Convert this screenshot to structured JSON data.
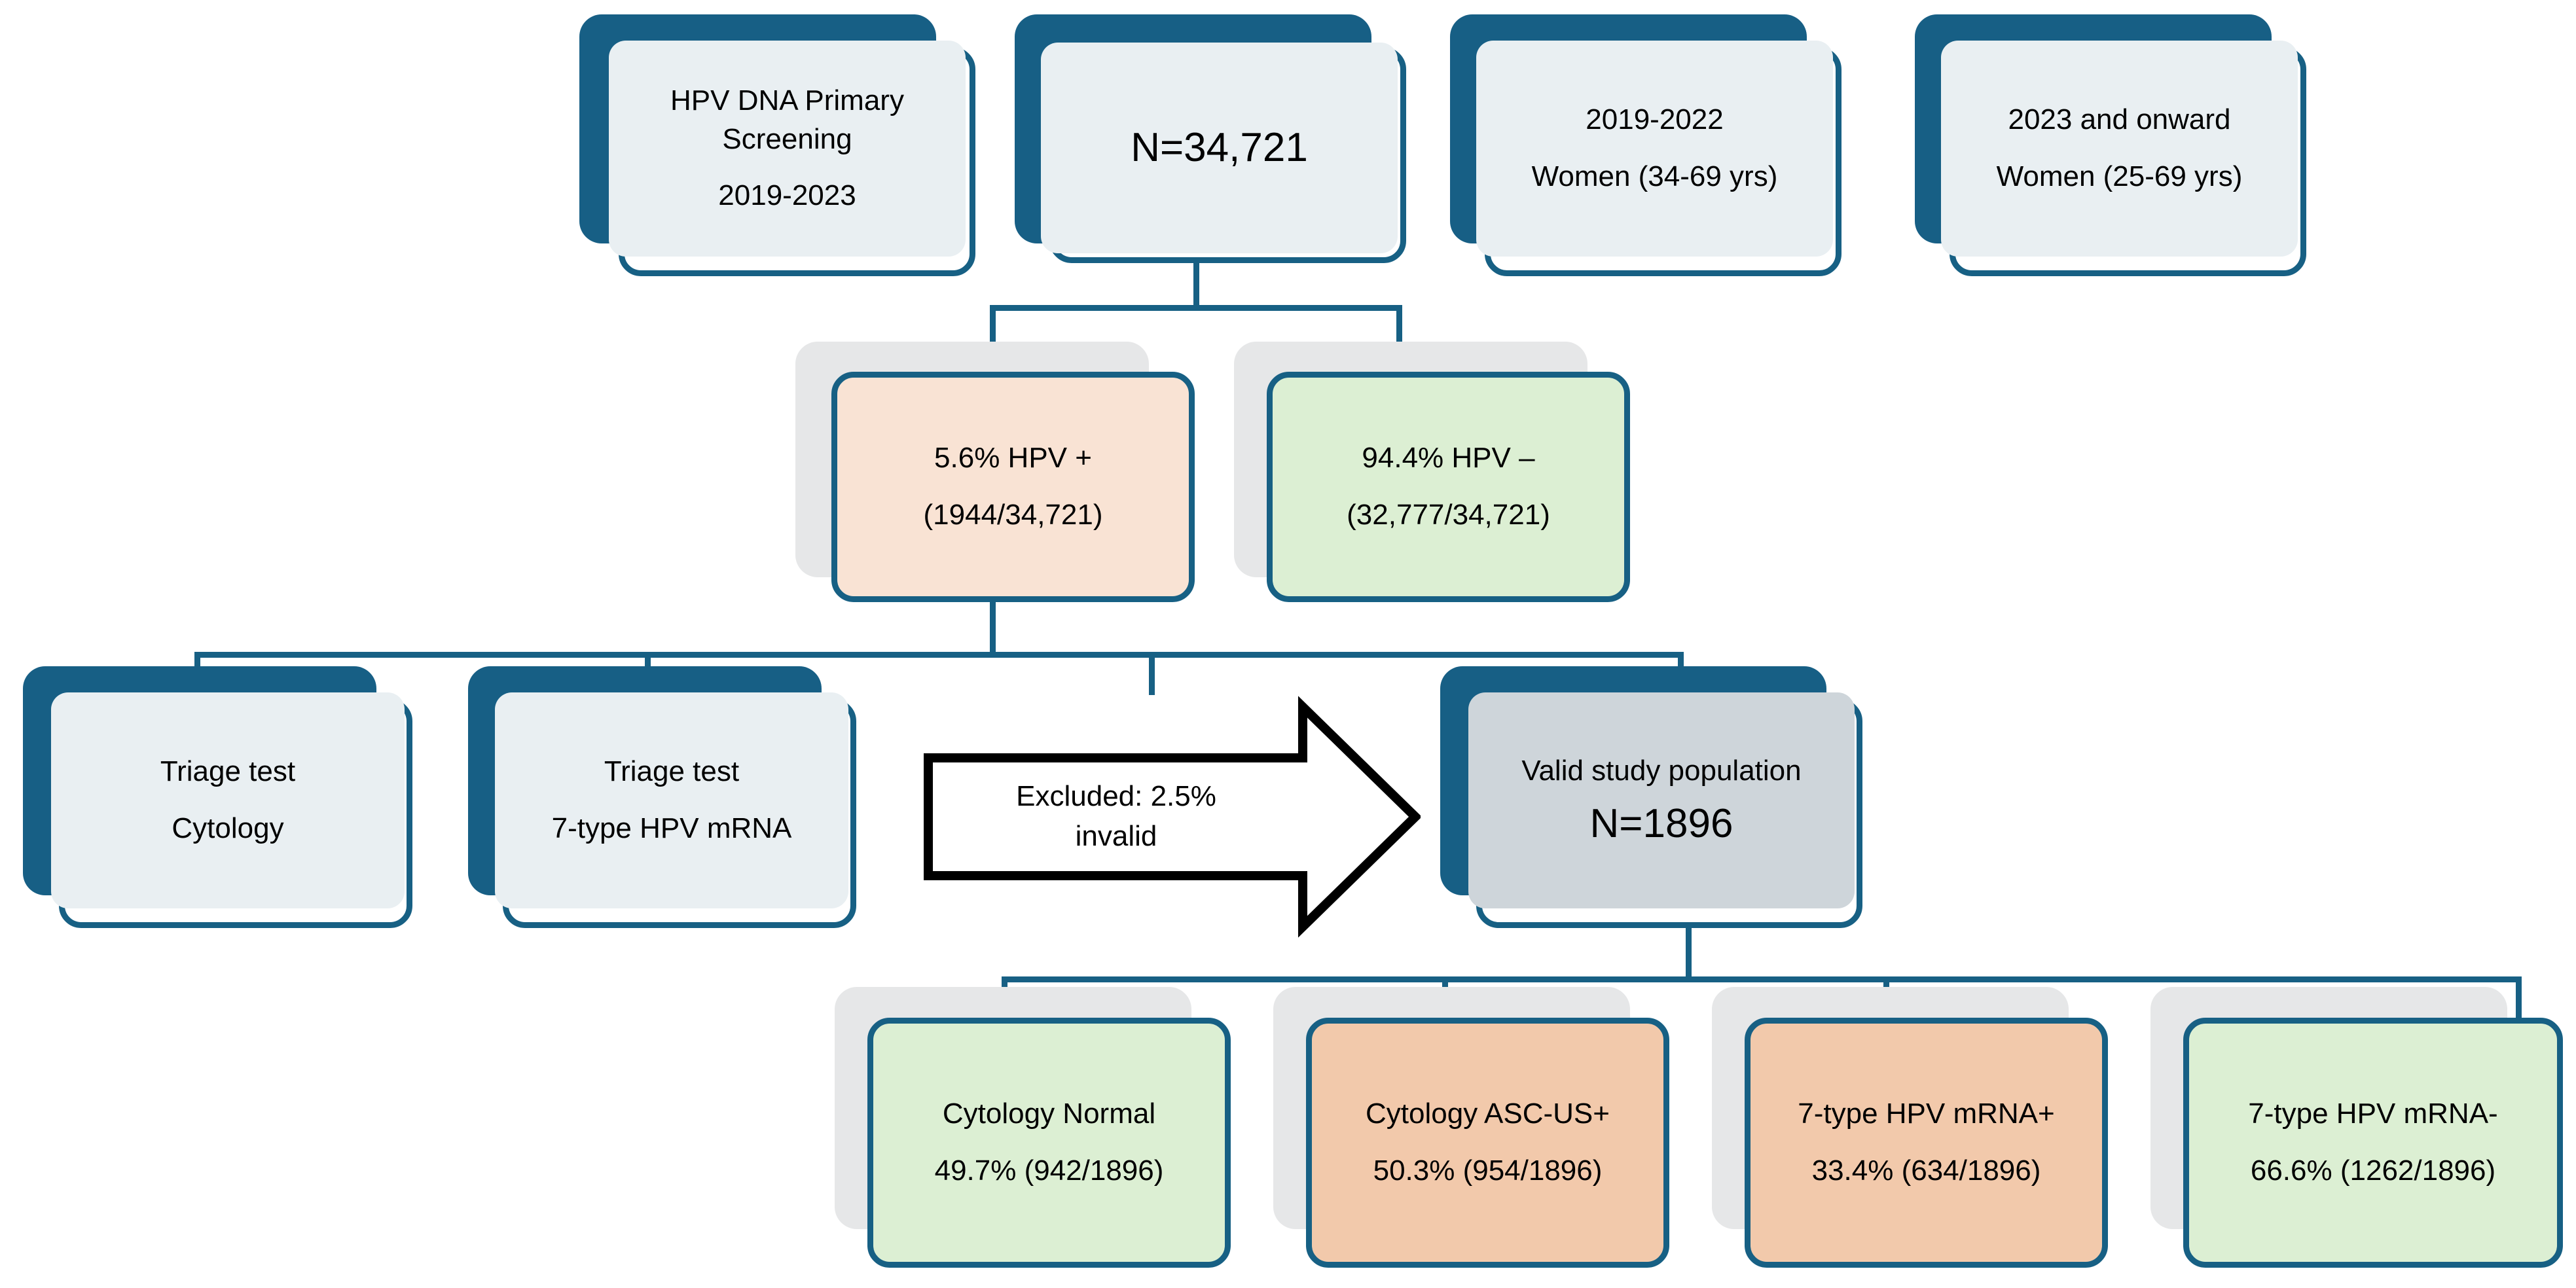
{
  "diagram": {
    "title": "HPV DNA Primary Screening study flowchart",
    "colors": {
      "teal": "#176084",
      "teal_plate": "#175f85",
      "gray_plate": "#e6e7e8",
      "tint_blue": "#e9eff2",
      "tint_gray": "#ced5da",
      "peach_light": "#f9e3d4",
      "peach_deep": "#f2c9ab",
      "green_light": "#dcefd3",
      "text": "#000000",
      "arrow_stroke": "#000000",
      "arrow_fill": "#ffffff"
    }
  },
  "nodes": {
    "screening": {
      "line1": "HPV DNA Primary",
      "line2": "Screening",
      "line3": "2019-2023"
    },
    "total": {
      "value": "N=34,721"
    },
    "period_2019_2022": {
      "line1": "2019-2022",
      "line2": "Women (34-69 yrs)"
    },
    "period_2023_onward": {
      "line1": "2023 and onward",
      "line2": "Women (25-69 yrs)"
    },
    "hpv_positive": {
      "line1": "5.6% HPV +",
      "line2": "(1944/34,721)"
    },
    "hpv_negative": {
      "line1": "94.4% HPV –",
      "line2": "(32,777/34,721)"
    },
    "triage_cytology": {
      "line1": "Triage test",
      "line2": "Cytology"
    },
    "triage_mrna": {
      "line1": "Triage test",
      "line2": "7-type HPV mRNA"
    },
    "excluded_arrow": {
      "line1": "Excluded: 2.5%",
      "line2": "invalid"
    },
    "valid_population": {
      "line1": "Valid study population",
      "line2": "N=1896"
    },
    "cytology_normal": {
      "line1": "Cytology Normal",
      "line2": "49.7% (942/1896)"
    },
    "cytology_ascus": {
      "line1": "Cytology ASC-US+",
      "line2": "50.3% (954/1896)"
    },
    "mrna_positive": {
      "line1": "7-type HPV mRNA+",
      "line2": "33.4% (634/1896)"
    },
    "mrna_negative": {
      "line1": "7-type HPV mRNA-",
      "line2": "66.6% (1262/1896)"
    }
  },
  "chart_data": {
    "type": "diagram",
    "title": "HPV DNA Primary Screening 2019-2023 participant flow",
    "total_screened": 34721,
    "levels": [
      {
        "level": 1,
        "items": [
          {
            "label": "HPV DNA Primary Screening 2019-2023",
            "n": null
          },
          {
            "label": "N=34,721",
            "n": 34721
          },
          {
            "label": "2019-2022 Women (34-69 yrs)",
            "n": null
          },
          {
            "label": "2023 and onward Women (25-69 yrs)",
            "n": null
          }
        ]
      },
      {
        "level": 2,
        "items": [
          {
            "label": "HPV +",
            "percent": 5.6,
            "numerator": 1944,
            "denominator": 34721
          },
          {
            "label": "HPV –",
            "percent": 94.4,
            "numerator": 32777,
            "denominator": 34721
          }
        ]
      },
      {
        "level": 3,
        "items": [
          {
            "label": "Triage test Cytology",
            "n": null
          },
          {
            "label": "Triage test 7-type HPV mRNA",
            "n": null
          },
          {
            "label": "Excluded: invalid",
            "percent": 2.5
          },
          {
            "label": "Valid study population",
            "n": 1896
          }
        ]
      },
      {
        "level": 4,
        "items": [
          {
            "label": "Cytology Normal",
            "percent": 49.7,
            "numerator": 942,
            "denominator": 1896
          },
          {
            "label": "Cytology ASC-US+",
            "percent": 50.3,
            "numerator": 954,
            "denominator": 1896
          },
          {
            "label": "7-type HPV mRNA+",
            "percent": 33.4,
            "numerator": 634,
            "denominator": 1896
          },
          {
            "label": "7-type HPV mRNA-",
            "percent": 66.6,
            "numerator": 1262,
            "denominator": 1896
          }
        ]
      }
    ]
  }
}
